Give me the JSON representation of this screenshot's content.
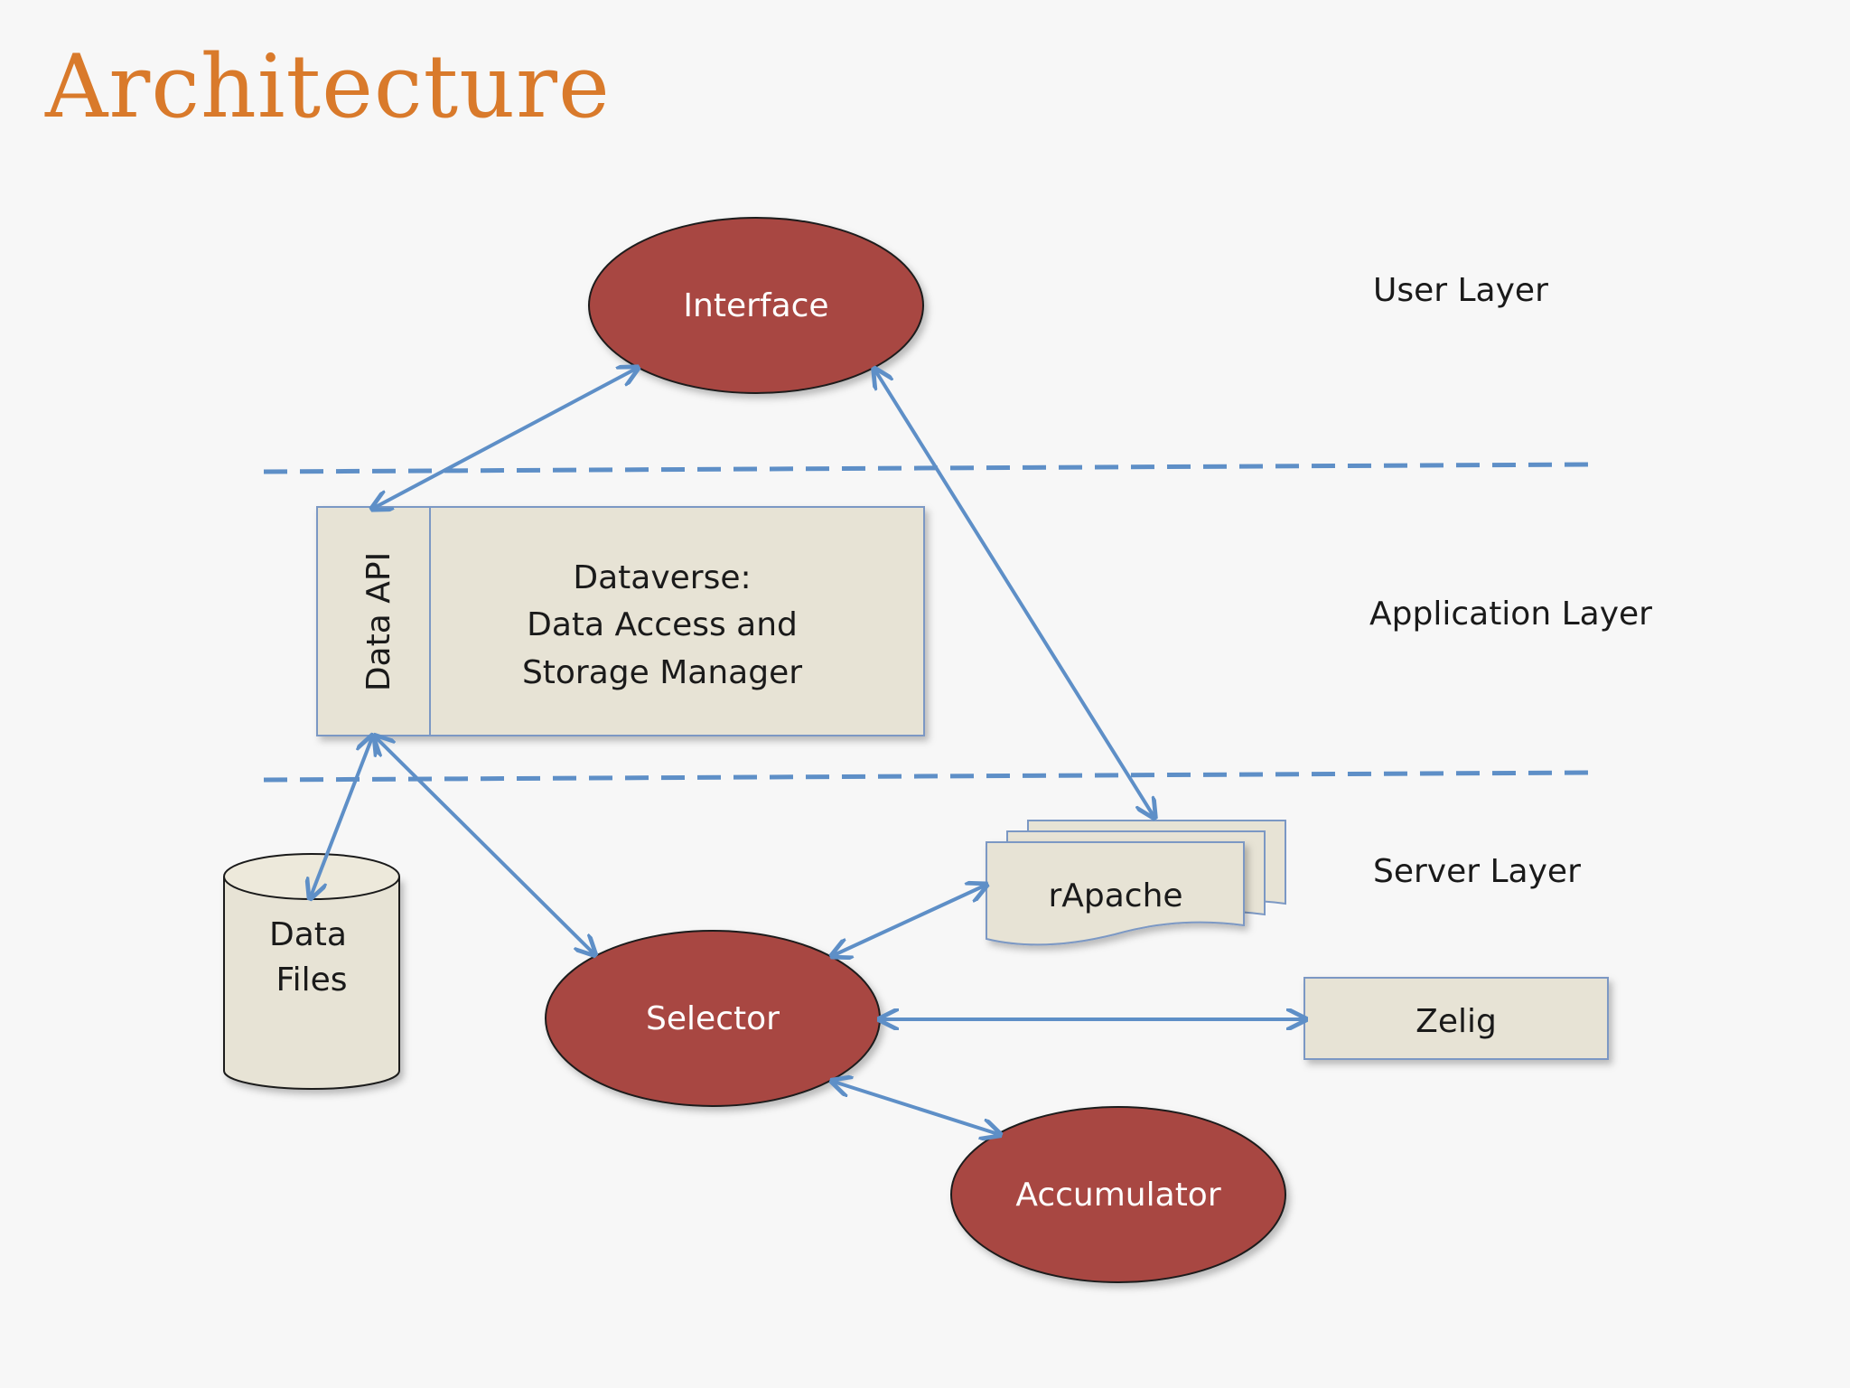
{
  "title": "Architecture",
  "layers": {
    "user": "User Layer",
    "application": "Application Layer",
    "server": "Server Layer"
  },
  "nodes": {
    "interface": "Interface",
    "data_api": "Data API",
    "dataverse_line1": "Dataverse:",
    "dataverse_line2": "Data Access and",
    "dataverse_line3": "Storage Manager",
    "data_files_line1": "Data",
    "data_files_line2": "Files",
    "rapache": "rApache",
    "selector": "Selector",
    "zelig": "Zelig",
    "accumulator": "Accumulator"
  },
  "colors": {
    "title": "#d97a2b",
    "ellipse_fill": "#a84743",
    "box_fill": "#e7e3d5",
    "arrow": "#5e8fc7"
  }
}
